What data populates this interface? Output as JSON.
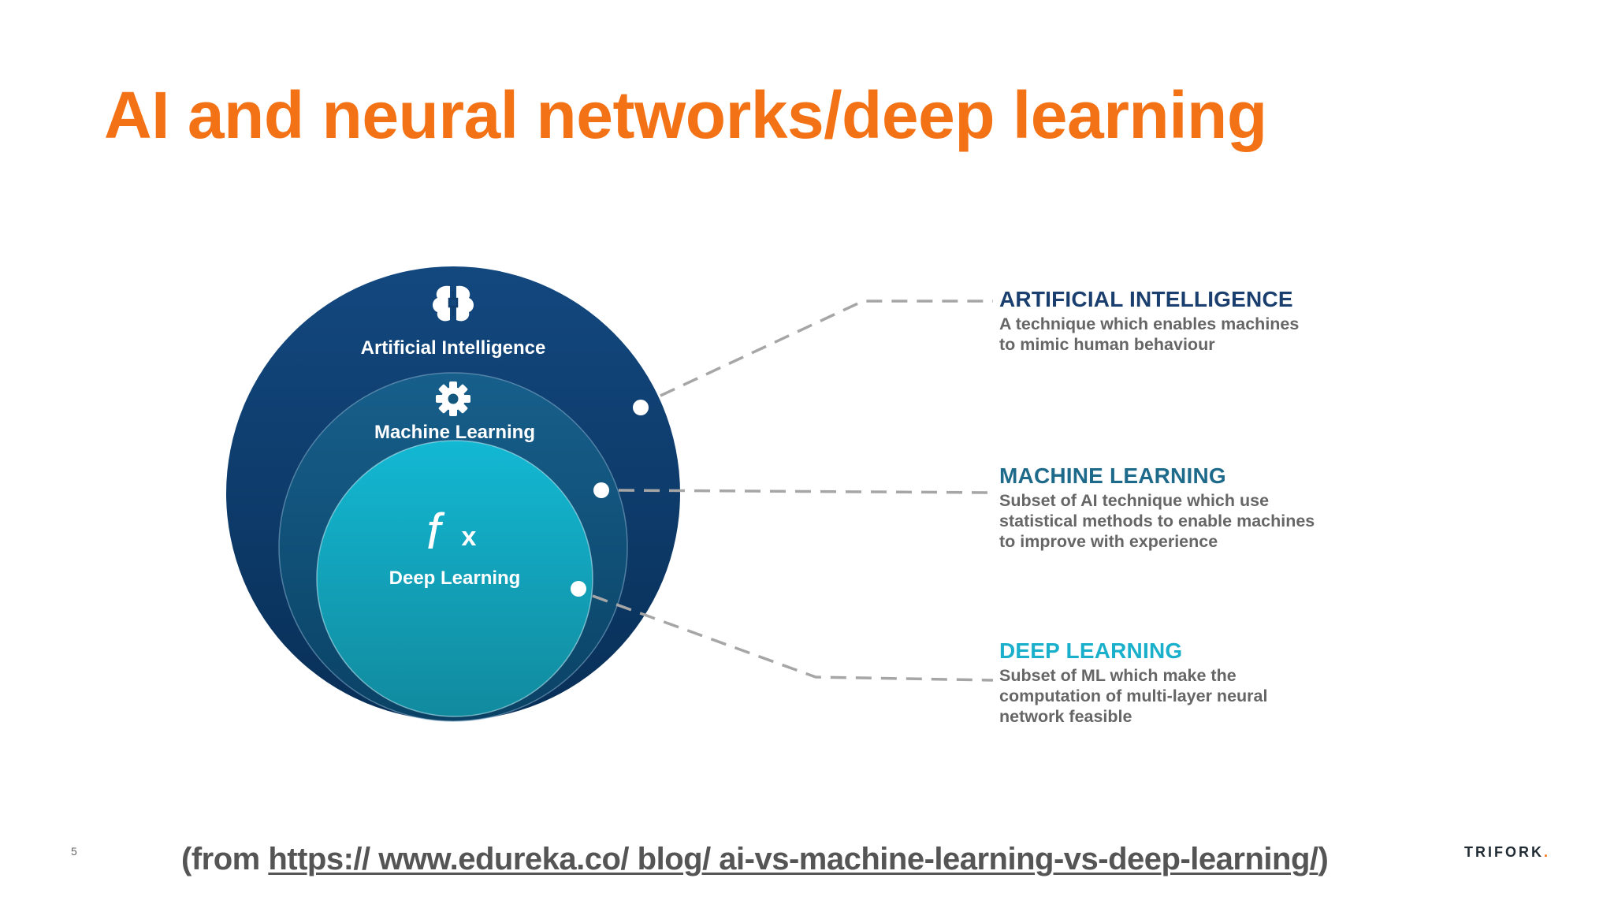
{
  "slide": {
    "title": "AI and neural networks/deep learning",
    "page_number": "5"
  },
  "diagram": {
    "circles": [
      {
        "label": "Artificial Intelligence",
        "icon": "brain-icon"
      },
      {
        "label": "Machine Learning",
        "icon": "gear-icon"
      },
      {
        "label": "Deep Learning",
        "icon": "function-fx-icon",
        "icon_text": "fx"
      }
    ],
    "descriptions": [
      {
        "title": "ARTIFICIAL INTELLIGENCE",
        "lines": [
          "A technique which enables machines",
          "to mimic human behaviour"
        ],
        "color": "#1a3f6e"
      },
      {
        "title": "MACHINE LEARNING",
        "lines": [
          "Subset of AI technique which use",
          "statistical methods to enable machines",
          "to improve with experience"
        ],
        "color": "#1e6a8a"
      },
      {
        "title": "DEEP LEARNING",
        "lines": [
          "Subset of ML which make the",
          "computation of multi-layer neural",
          "network feasible"
        ],
        "color": "#1ab0cc"
      }
    ],
    "colors": {
      "ai_circle": "#0f3d6e",
      "ml_circle": "#12577d",
      "dl_circle": "#12a9c4",
      "connector": "#a6a6a6"
    }
  },
  "footer": {
    "source_prefix": "(from ",
    "source_link": "https:// www.edureka.co/ blog/ ai-vs-machine-learning-vs-deep-learning/",
    "source_suffix": ")",
    "brand": "TRIFORK",
    "brand_dot": "."
  }
}
